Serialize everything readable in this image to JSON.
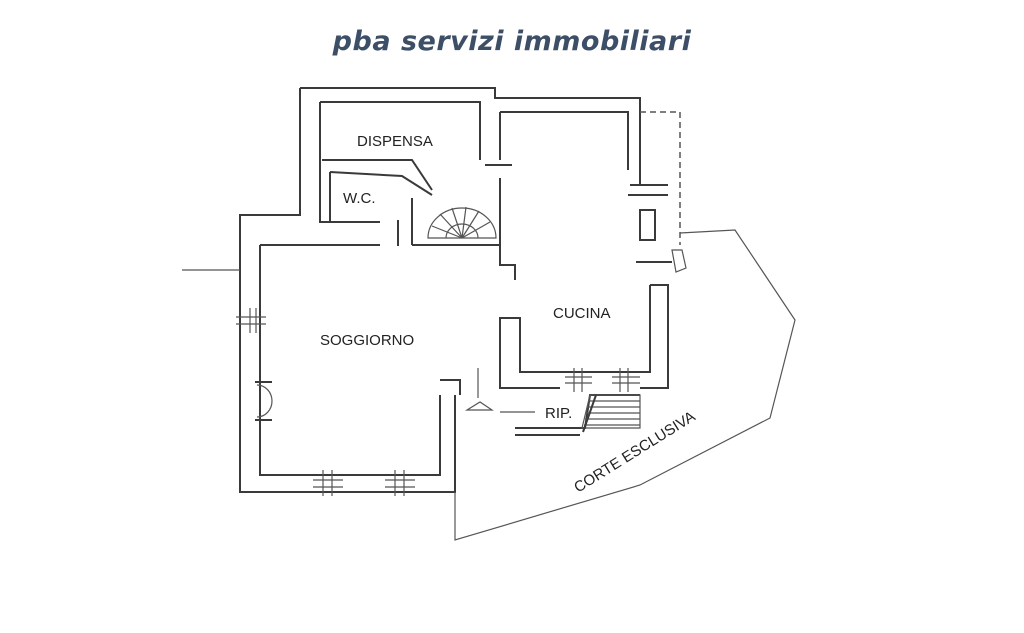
{
  "brand": {
    "text": "pba servizi immobiliari",
    "color": "#3d4f66"
  },
  "plan": {
    "line_color": "#3a3a3a",
    "rooms": {
      "dispensa": "DISPENSA",
      "wc": "W.C.",
      "soggiorno": "SOGGIORNO",
      "cucina": "CUCINA",
      "rip": "RIP.",
      "corte": "CORTE ESCLUSIVA"
    }
  }
}
